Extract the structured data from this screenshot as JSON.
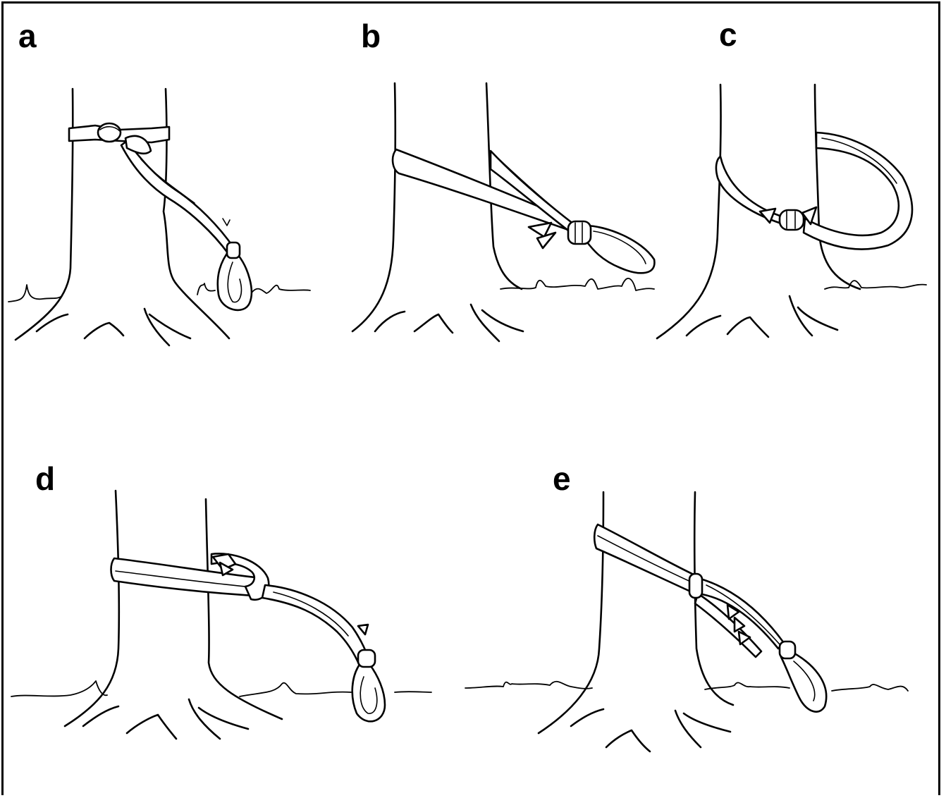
{
  "figure": {
    "ink_color": "#000000",
    "background_color": "#ffffff",
    "panels": [
      {
        "id": "a",
        "label": "a"
      },
      {
        "id": "b",
        "label": "b"
      },
      {
        "id": "c",
        "label": "c"
      },
      {
        "id": "d",
        "label": "d"
      },
      {
        "id": "e",
        "label": "e"
      }
    ]
  }
}
